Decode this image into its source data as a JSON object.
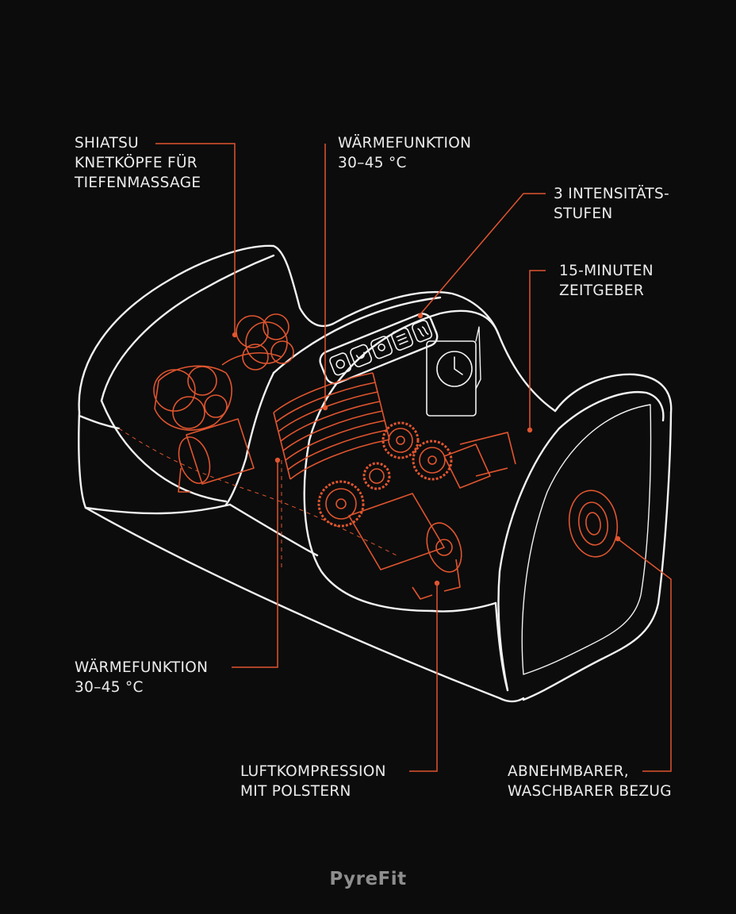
{
  "colors": {
    "background": "#0c0c0c",
    "outline": "#f2f2f2",
    "accent": "#e0552f",
    "label_text": "#ececec",
    "brand_text": "#8e8e8e"
  },
  "callouts": {
    "shiatsu": {
      "lines": [
        "SHIATSU",
        "KNETKÖPFE FÜR",
        "TIEFENMASSAGE"
      ]
    },
    "heat_top": {
      "lines": [
        "WÄRMEFUNKTION",
        "30–45 °C"
      ]
    },
    "intensity": {
      "lines": [
        "3 INTENSITÄTS-",
        "STUFEN"
      ]
    },
    "timer": {
      "lines": [
        "15-MINUTEN",
        "ZEITGEBER"
      ]
    },
    "heat_bottom": {
      "lines": [
        "WÄRMEFUNKTION",
        "30–45 °C"
      ]
    },
    "air_compression": {
      "lines": [
        "LUFTKOMPRESSION",
        "MIT POLSTERN"
      ]
    },
    "cover": {
      "lines": [
        "ABNEHMBARER,",
        "WASCHBARER BEZUG"
      ]
    }
  },
  "control_panel": {
    "buttons": [
      "power-icon",
      "mode-icon",
      "level-icon",
      "timer-icon",
      "heat-icon"
    ]
  },
  "brand": {
    "name": "PyreFit"
  }
}
